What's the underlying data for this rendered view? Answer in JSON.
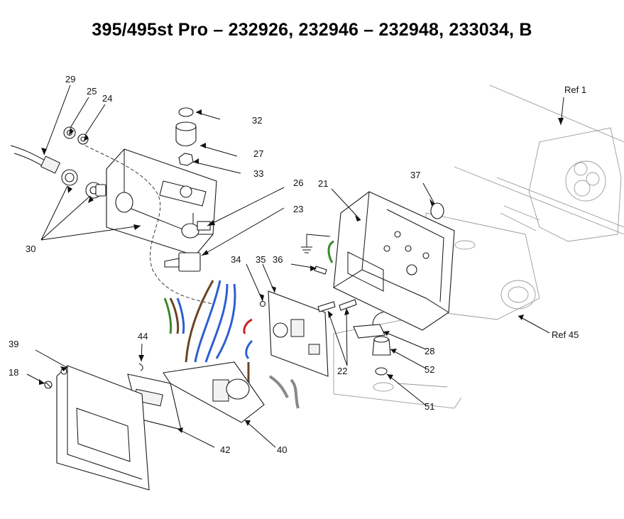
{
  "title": "395/495st Pro – 232926, 232946 – 232948, 233034, B",
  "callouts": {
    "c18": "18",
    "c21": "21",
    "c22": "22",
    "c23": "23",
    "c24": "24",
    "c25": "25",
    "c26": "26",
    "c27": "27",
    "c28": "28",
    "c29": "29",
    "c30": "30",
    "c32": "32",
    "c33": "33",
    "c34": "34",
    "c35": "35",
    "c36": "36",
    "c37": "37",
    "c39": "39",
    "c40": "40",
    "c42": "42",
    "c44": "44",
    "c51": "51",
    "c52": "52",
    "ref1": "Ref 1",
    "ref45": "Ref 45"
  },
  "colors": {
    "wire_green": "#3a8a2a",
    "wire_brown": "#6b4423",
    "wire_blue": "#2c5fd0",
    "wire_red": "#d02020",
    "wire_yellow": "#d8c020",
    "wire_grey": "#888888"
  }
}
